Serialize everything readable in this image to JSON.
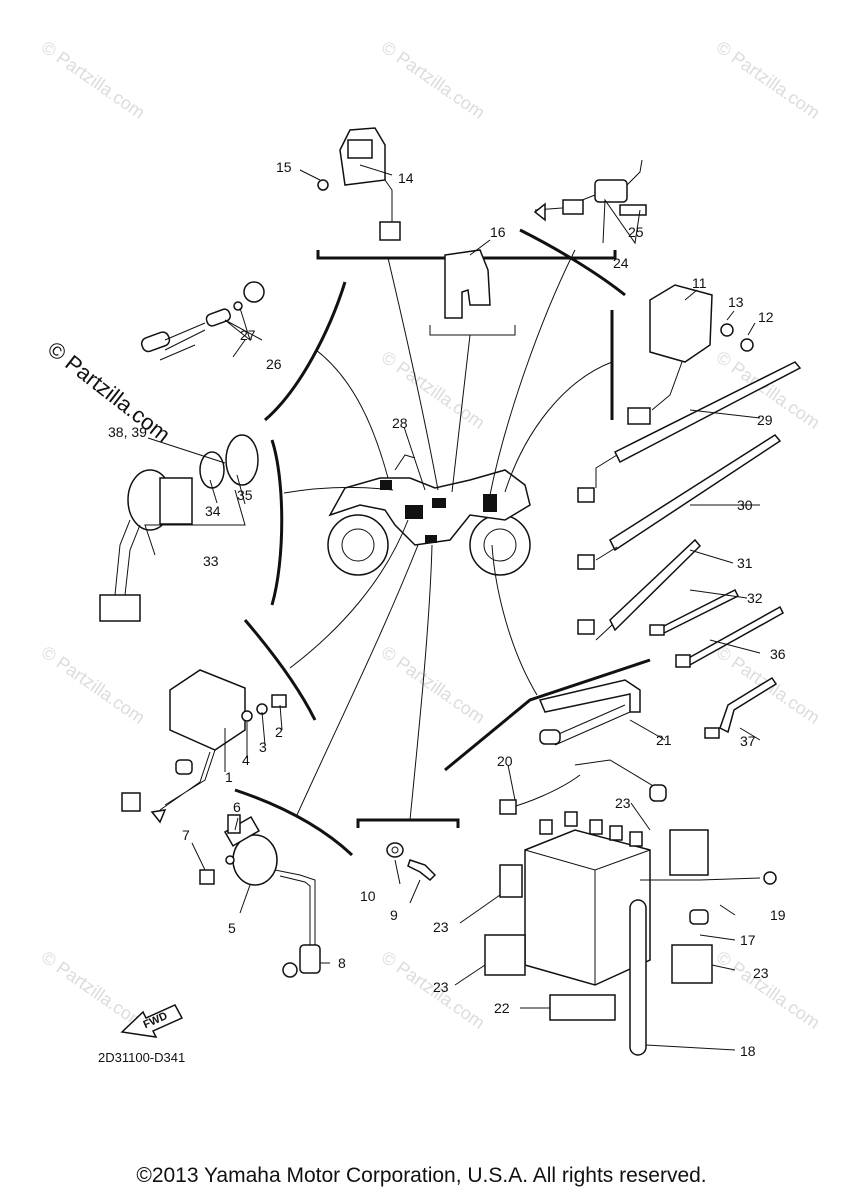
{
  "watermark_text": "© Partzilla.com",
  "watermark_large_text": "© Partzilla.com",
  "diagram_code": "2D31100-D341",
  "fwd_label": "FWD",
  "copyright": "©2013 Yamaha Motor Corporation, U.S.A. All rights reserved.",
  "callouts": {
    "n1": "1",
    "n2": "2",
    "n3": "3",
    "n4": "4",
    "n5": "5",
    "n6": "6",
    "n7": "7",
    "n8": "8",
    "n9": "9",
    "n10": "10",
    "n11": "11",
    "n12": "12",
    "n13": "13",
    "n14": "14",
    "n15": "15",
    "n16": "16",
    "n17": "17",
    "n18": "18",
    "n19": "19",
    "n20": "20",
    "n21": "21",
    "n22": "22",
    "n23a": "23",
    "n23b": "23",
    "n23c": "23",
    "n23d": "23",
    "n23e": "23",
    "n24": "24",
    "n25": "25",
    "n26": "26",
    "n27": "27",
    "n28": "28",
    "n29": "29",
    "n30": "30",
    "n31": "31",
    "n32": "32",
    "n33": "33",
    "n34": "34",
    "n35": "35",
    "n36": "36",
    "n37": "37",
    "n38": "38, 39"
  }
}
